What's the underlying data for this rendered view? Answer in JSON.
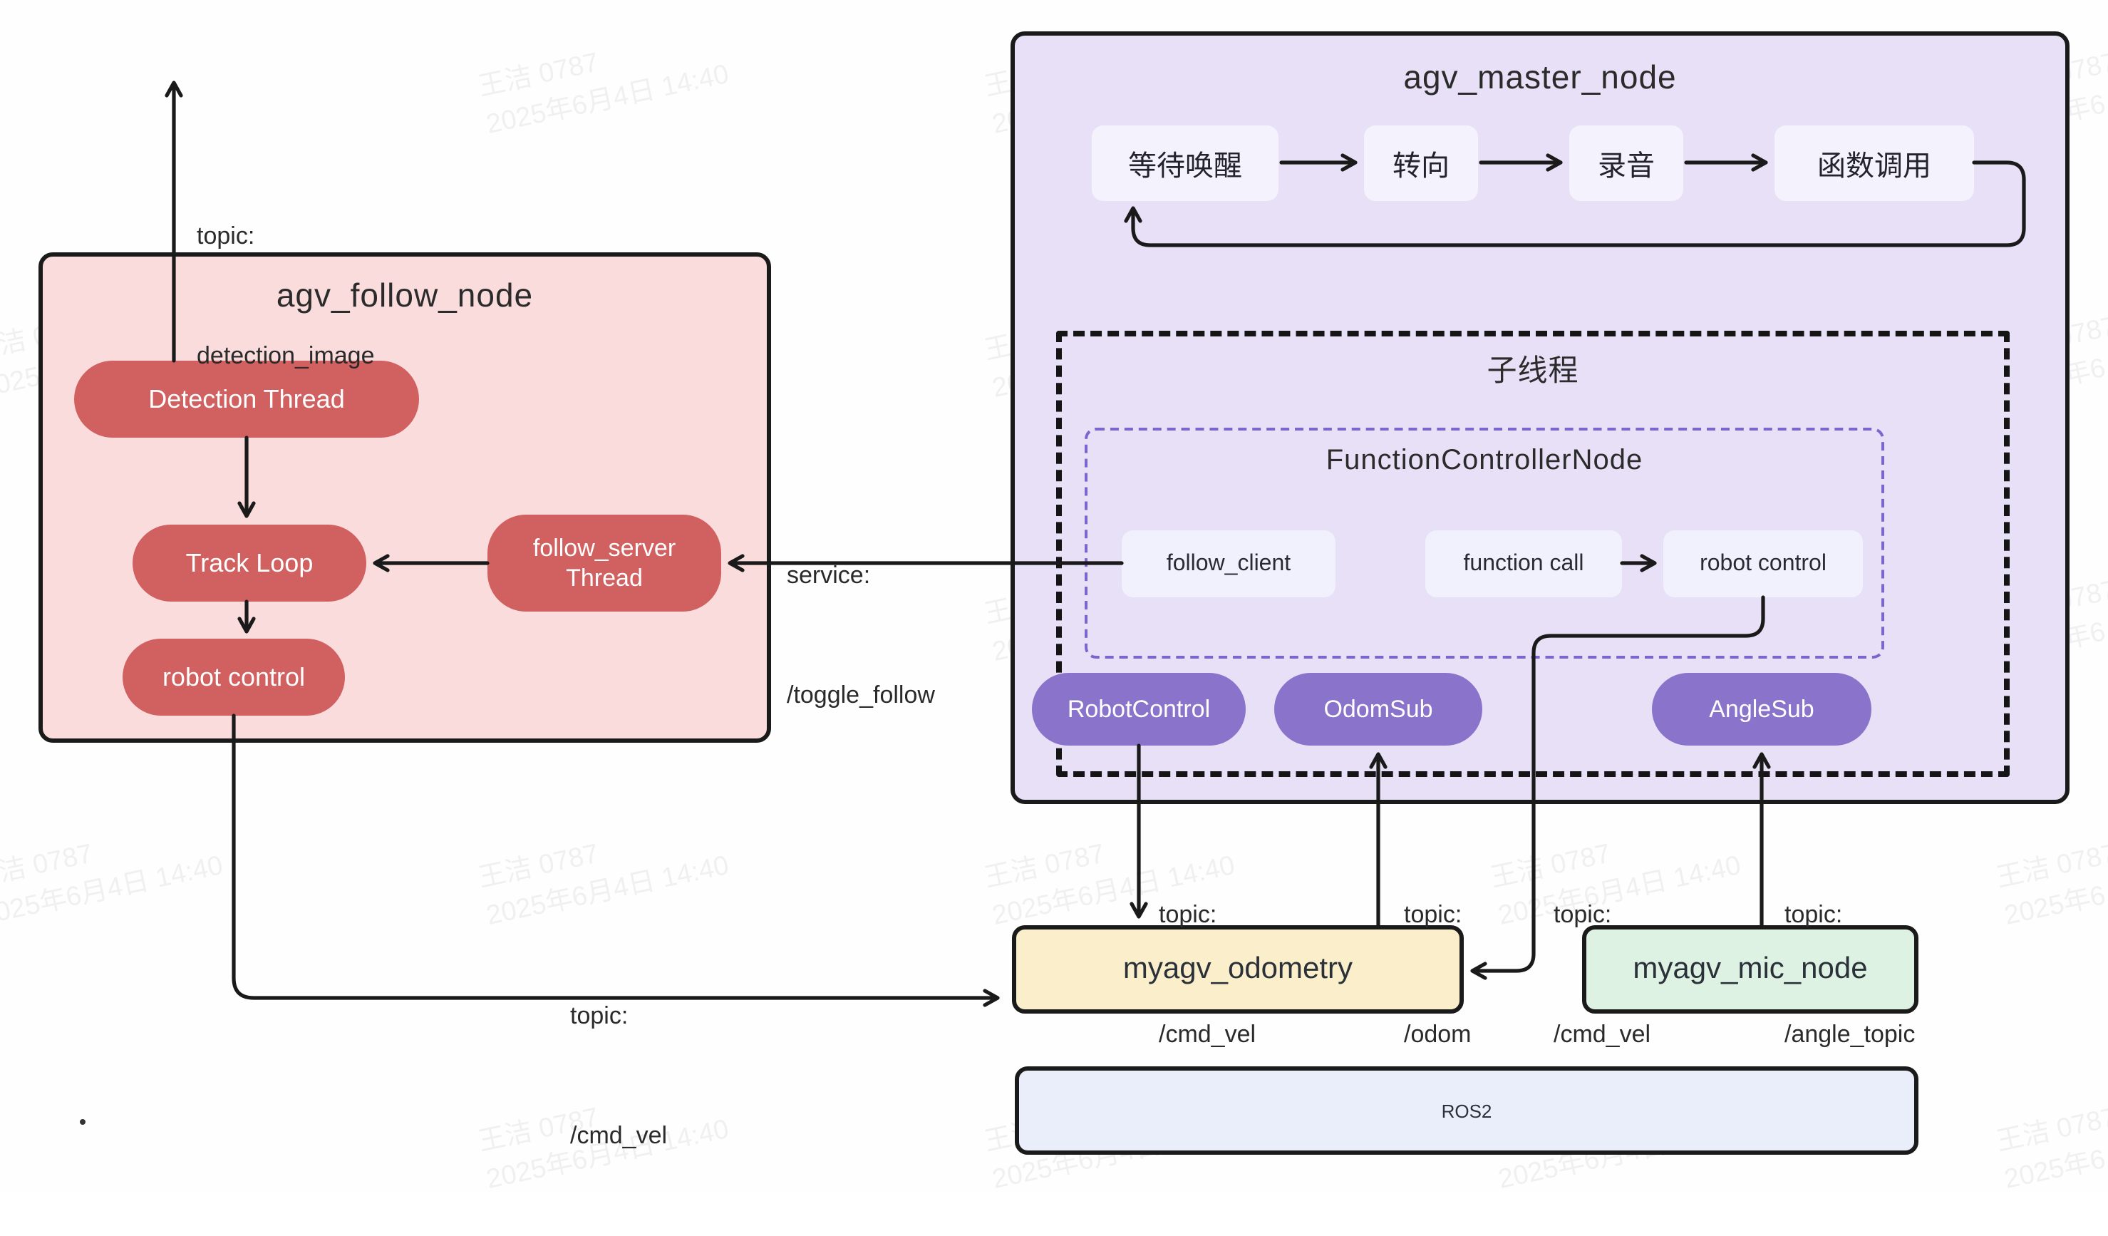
{
  "watermark": {
    "line1": "王洁 0787",
    "line2": "2025年6月4日 14:40"
  },
  "follow_node": {
    "title": "agv_follow_node",
    "detection_thread": "Detection Thread",
    "track_loop": "Track Loop",
    "robot_control": "robot control",
    "follow_server_line1": "follow_server",
    "follow_server_line2": "Thread"
  },
  "master_node": {
    "title": "agv_master_node",
    "steps": [
      "等待唤醒",
      "转向",
      "录音",
      "函数调用"
    ],
    "subthread_title": "子线程",
    "controller": {
      "title": "FunctionControllerNode",
      "follow_client": "follow_client",
      "function_call": "function call",
      "robot_control": "robot control"
    },
    "pills": [
      "RobotControl",
      "OdomSub",
      "AngleSub"
    ]
  },
  "bottom": {
    "odometry": "myagv_odometry",
    "mic": "myagv_mic_node",
    "ros": "ROS2"
  },
  "labels": {
    "detection": {
      "l1": "topic:",
      "l2": "detection_image"
    },
    "service": {
      "l1": "service:",
      "l2": "/toggle_follow"
    },
    "cmd_vel_left": {
      "l1": "topic:",
      "l2": "/cmd_vel"
    },
    "cmd_vel_robotcontrol": {
      "l1": "topic:",
      "l2": "/cmd_vel"
    },
    "odom": {
      "l1": "topic:",
      "l2": "/odom"
    },
    "cmd_vel_mid": {
      "l1": "topic:",
      "l2": "/cmd_vel"
    },
    "angle": {
      "l1": "topic:",
      "l2": "/angle_topic"
    }
  },
  "colors": {
    "red_pill": "#d16060",
    "pink_bg": "#fbdcdc",
    "purple_bg": "#e7e0f7",
    "purple_pill": "#8a73cb",
    "step_bg": "#f4f2fc",
    "inner_bg": "#f0f1fd",
    "yellow_bg": "#fbeecb",
    "green_bg": "#def2e4",
    "ros_bg": "#eaeefa"
  }
}
